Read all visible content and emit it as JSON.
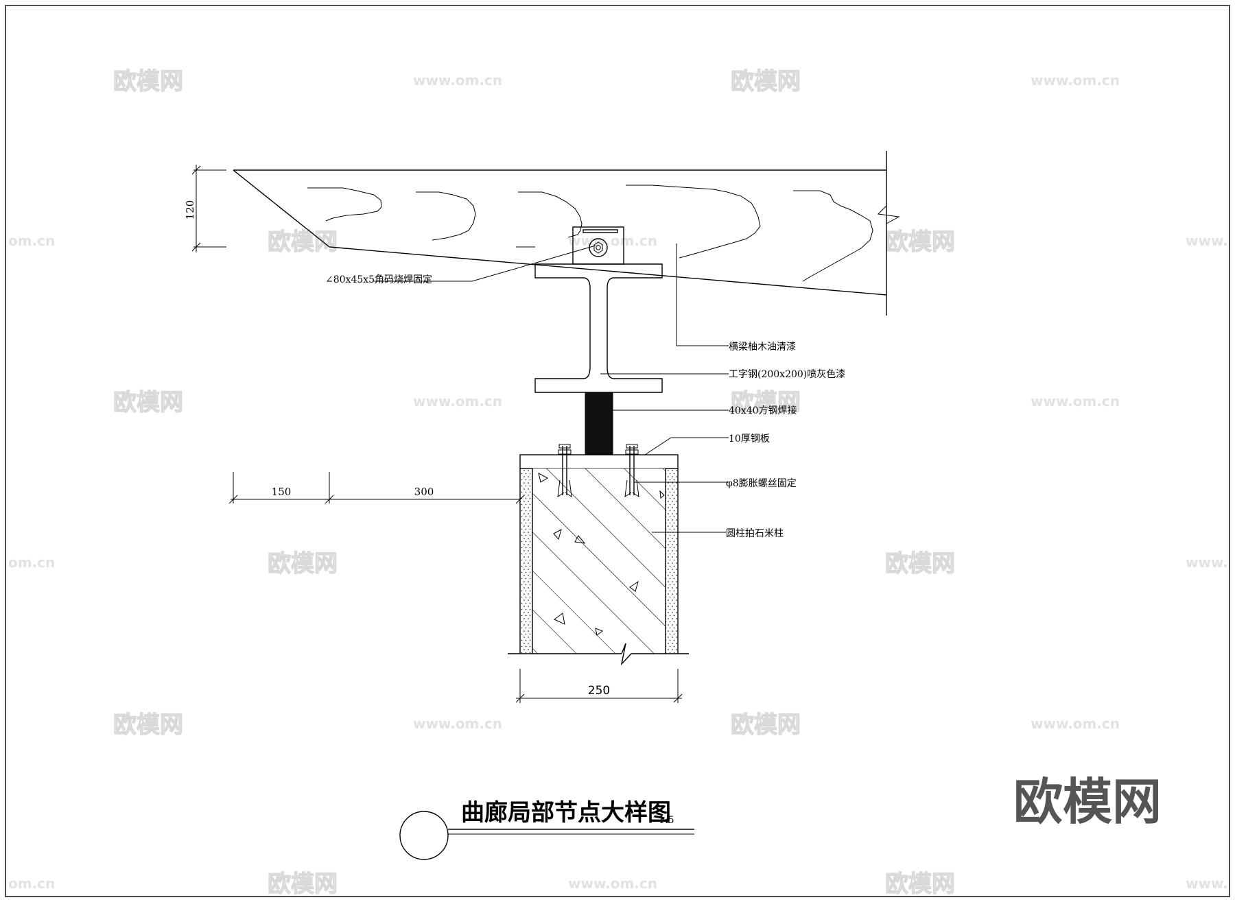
{
  "title": "曲廊局部节点大样图",
  "scale": "1:5",
  "labels": {
    "angle_bracket": "∠80x45x5角码烧焊固定",
    "beam_finish": "横梁柚木油清漆",
    "i_beam": "工字钢(200x200)喷灰色漆",
    "square_steel": "40x40方钢焊接",
    "steel_plate": "10厚钢板",
    "expansion_bolt": "φ8膨胀螺丝固定",
    "column": "圆柱拍石米柱"
  },
  "dimensions": {
    "beam_height": "120",
    "left_150": "150",
    "left_300": "300",
    "column_width": "250"
  },
  "watermark": {
    "brand": "欧模网",
    "url": "www.om.cn",
    "url_partial": "om.cn",
    "url_partial_right": "www.",
    "logo": "欧模网"
  }
}
